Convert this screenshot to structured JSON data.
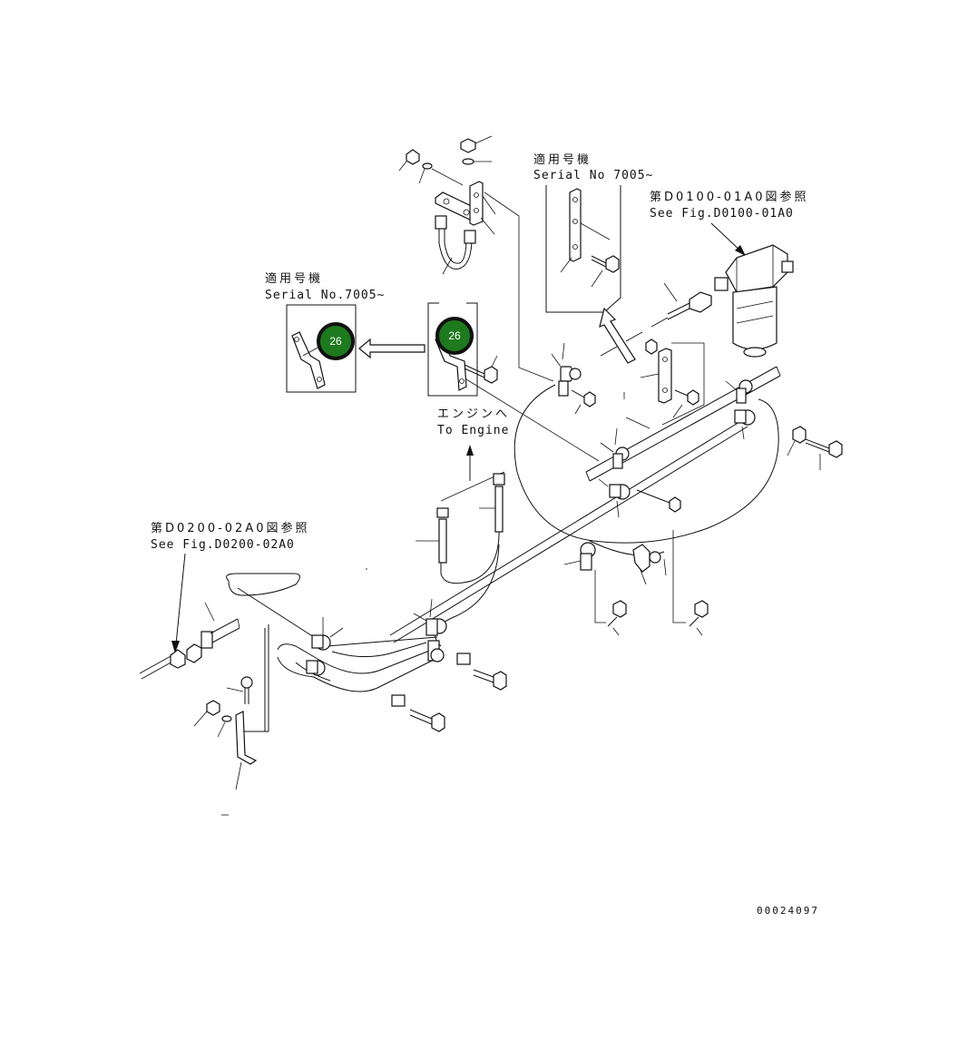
{
  "notes": {
    "serial_top_jp": "適用号機",
    "serial_top_en": "Serial No 7005~",
    "serial_left_jp": "適用号機",
    "serial_left_en": "Serial No.7005~",
    "fig_ref_right_jp": "第D0100-01A0図参照",
    "fig_ref_right_en": "See Fig.D0100-01A0",
    "fig_ref_left_jp": "第D0200-02A0図参照",
    "fig_ref_left_en": "See Fig.D0200-02A0",
    "engine_jp": "エンジンへ",
    "engine_en": "To Engine"
  },
  "badges": [
    {
      "label": "26",
      "color": "#1e7a1e"
    },
    {
      "label": "26",
      "color": "#1e7a1e"
    }
  ],
  "drawing_number": "00024097",
  "colors": {
    "badge_fill": "#1e7a1e",
    "badge_ring": "#111111",
    "line": "#111111"
  }
}
